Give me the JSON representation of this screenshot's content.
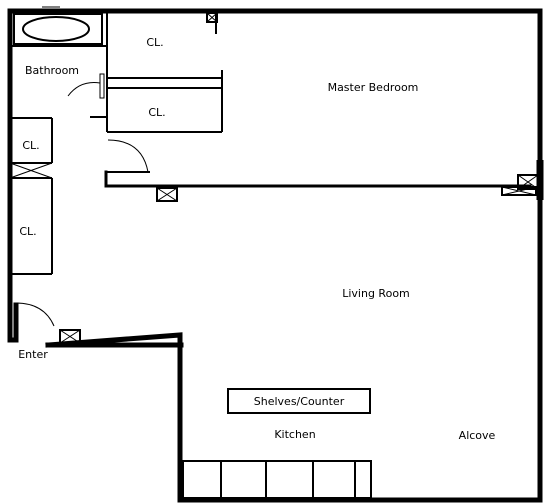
{
  "rooms": {
    "bathroom": "Bathroom",
    "closet_bath_top": "CL.",
    "closet_bath_mid": "CL.",
    "closet_left_top": "CL.",
    "closet_left_bottom": "CL.",
    "master_bedroom": "Master Bedroom",
    "living_room": "Living Room",
    "kitchen": "Kitchen",
    "alcove": "Alcove",
    "entry": "Enter",
    "shelves_counter": "Shelves/Counter"
  },
  "icons": {
    "vent": "vent-icon",
    "door_swing": "door-swing-icon",
    "bathtub": "bathtub-icon"
  },
  "colors": {
    "ink": "#000000",
    "paper": "#ffffff"
  }
}
